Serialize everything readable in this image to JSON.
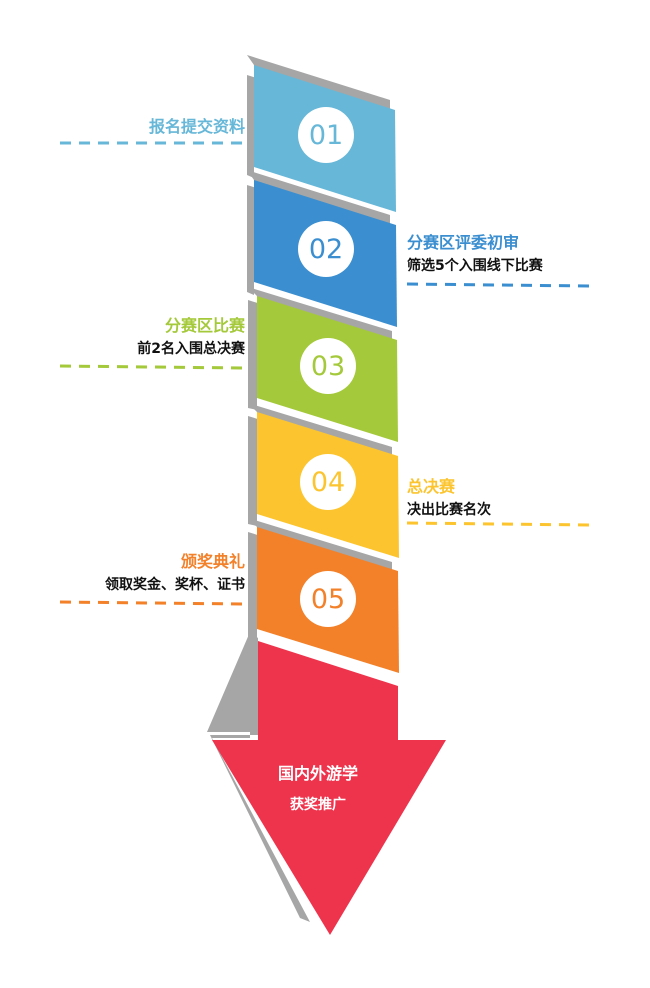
{
  "steps": [
    {
      "number": "01",
      "title": "报名提交资料",
      "subtitle": "",
      "color": "#67b7d8"
    },
    {
      "number": "02",
      "title": "分赛区评委初审",
      "subtitle": "筛选5个入围线下比赛",
      "color": "#3b8fd0"
    },
    {
      "number": "03",
      "title": "分赛区比赛",
      "subtitle": "前2名入围总决赛",
      "color": "#a4c93a"
    },
    {
      "number": "04",
      "title": "总决赛",
      "subtitle": "决出比赛名次",
      "color": "#fcc52f"
    },
    {
      "number": "05",
      "title": "颁奖典礼",
      "subtitle": "领取奖金、奖杯、证书",
      "color": "#f2812a"
    }
  ],
  "final": {
    "title": "国内外游学",
    "subtitle": "获奖推广",
    "color": "#ee344d"
  },
  "shadow_color": "#a6a6a6"
}
